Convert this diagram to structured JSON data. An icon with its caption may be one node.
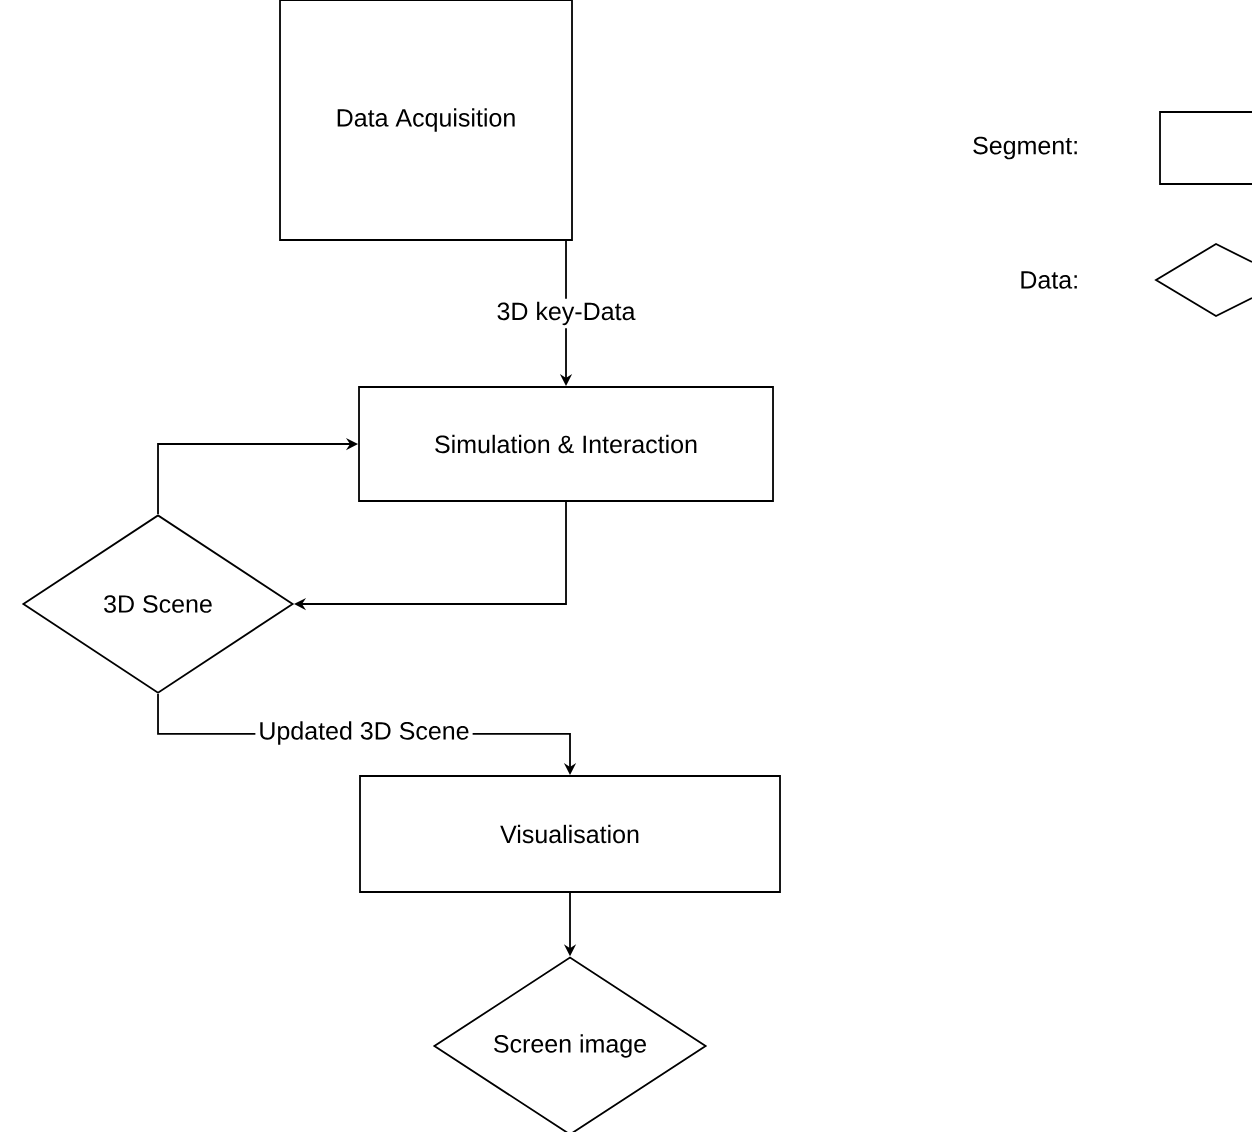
{
  "diagram": {
    "nodes": [
      {
        "text": [
          "Data Acquisition"
        ]
      },
      {
        "text": [
          "Simulation & Interaction"
        ]
      },
      {
        "text": [
          "3D Scene"
        ]
      },
      {
        "text": [
          "Visualisation"
        ]
      },
      {
        "text": [
          "Screen image"
        ]
      }
    ],
    "edges": [
      {
        "from": 0,
        "to": 1,
        "arrow": "to",
        "label": "3D key-Data"
      },
      {
        "from": 2,
        "to": 1,
        "arrow": "to"
      },
      {
        "from": 1,
        "to": 2,
        "arrow": "to"
      },
      {
        "from": 2,
        "to": 3,
        "arrow": "to",
        "label": "Updated 3D Scene"
      },
      {
        "from": 3,
        "to": 4,
        "arrow": "to"
      }
    ],
    "legend": [
      {
        "text": "Segment:"
      },
      {
        "text": "Data:"
      }
    ]
  }
}
